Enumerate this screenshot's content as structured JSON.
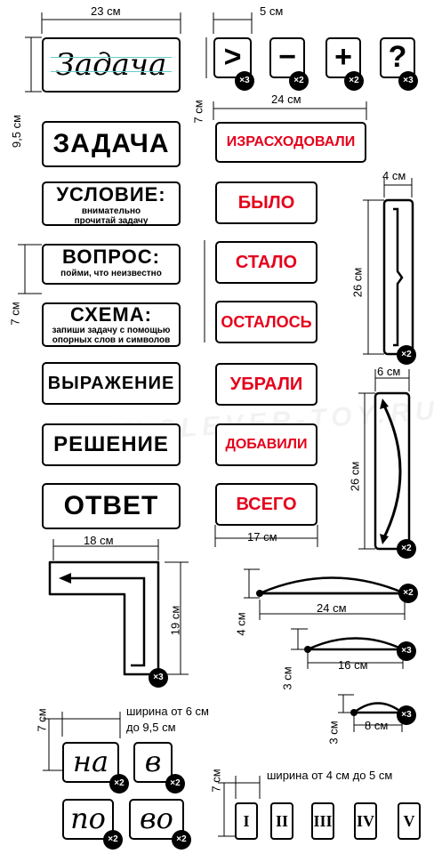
{
  "dims": {
    "w23": "23 см",
    "h95": "9,5 см",
    "w5": "5 см",
    "h7a": "7 см",
    "w24": "24 см",
    "w4": "4 см",
    "h26a": "26 см",
    "h7b": "7 см",
    "w6": "6 см",
    "h26b": "26 см",
    "w17": "17 см",
    "w18": "18 см",
    "h19": "19 см",
    "h4": "4 см",
    "w24b": "24 см",
    "h3a": "3 см",
    "w16": "16 см",
    "h3b": "3 см",
    "w8": "8 см",
    "h7c": "7 см",
    "h7d": "7 см"
  },
  "notes": {
    "width_6_95_line1": "ширина от 6 см",
    "width_6_95_line2": "до 9,5 см",
    "width_4_5": "ширина от 4 см до 5 см"
  },
  "cards": {
    "zadacha_script": "Задача",
    "zadacha": "ЗАДАЧА",
    "uslovie": "УСЛОВИЕ:",
    "uslovie_sub": "внимательно прочитай задачу",
    "vopros": "ВОПРОС:",
    "vopros_sub": "пойми, что неизвестно",
    "shema": "СХЕМА:",
    "shema_sub": "запиши задачу с помощью опорных слов и символов",
    "vyrazhenie": "ВЫРАЖЕНИЕ",
    "reshenie": "РЕШЕНИЕ",
    "otvet": "ОТВЕТ",
    "izrashodovali": "ИЗРАСХОДОВАЛИ",
    "bylo": "БЫЛО",
    "stalo": "СТАЛО",
    "ostalos": "ОСТАЛОСЬ",
    "ubrali": "УБРАЛИ",
    "dobavili": "ДОБАВИЛИ",
    "vsego": "ВСЕГО"
  },
  "signs": {
    "gt": ">",
    "minus": "−",
    "plus": "+",
    "question": "?"
  },
  "syllables": {
    "na": "на",
    "v": "в",
    "po": "по",
    "vo": "во"
  },
  "roman": [
    "I",
    "II",
    "III",
    "IV",
    "V"
  ],
  "multipliers": {
    "x3": "×3",
    "x2": "×2"
  },
  "watermark": "WWW.CLEVER-TOY.RU",
  "colors": {
    "red": "#e5001b",
    "black": "#000000"
  }
}
